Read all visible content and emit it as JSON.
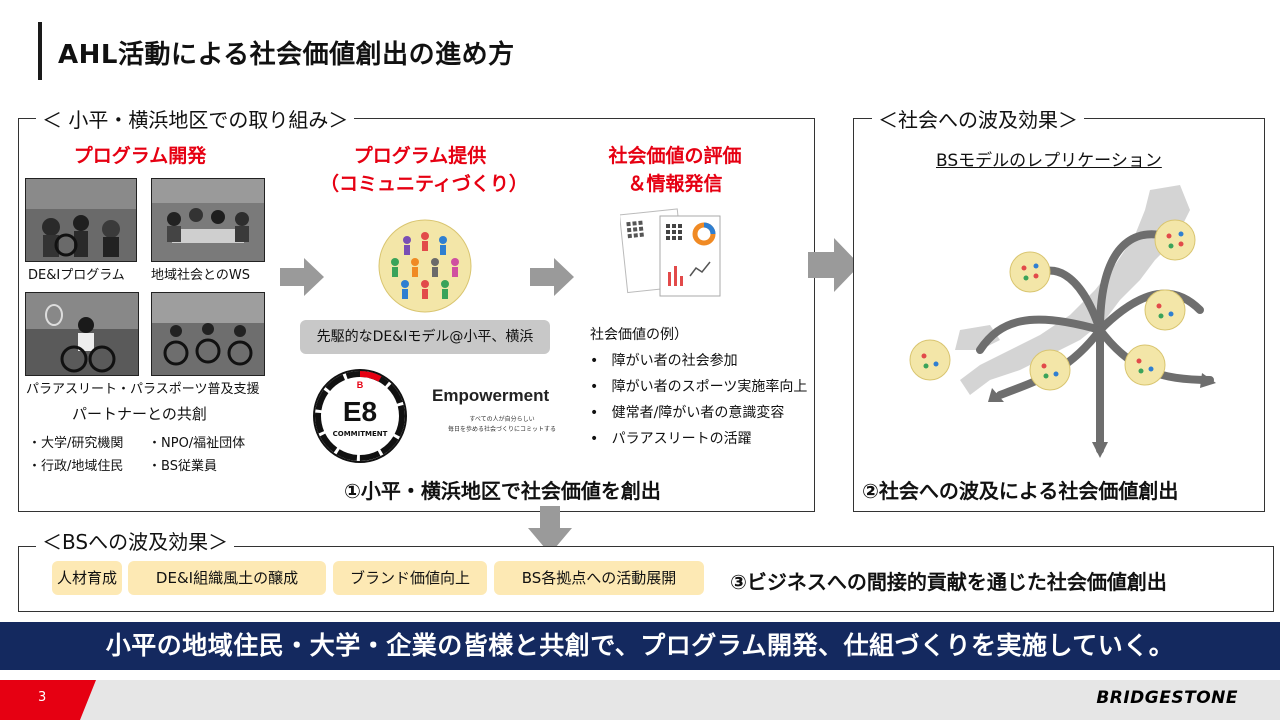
{
  "header": {
    "title": "AHL活動による社会価値創出の進め方"
  },
  "left_section": {
    "label": "＜ 小平・横浜地区での取り組み＞",
    "col1": {
      "heading": "プログラム開発",
      "photo_captions": [
        "DE&Iプログラム",
        "地域社会とのWS",
        "パラアスリート・パラスポーツ普及支援"
      ],
      "partner_title": "パートナーとの共創",
      "partners": [
        "・大学/研究機関",
        "・NPO/福祉団体",
        "・行政/地域住民",
        "・BS従業員"
      ]
    },
    "col2": {
      "heading_line1": "プログラム提供",
      "heading_line2": "（コミュニティづくり）",
      "pill": "先駆的なDE&Iモデル@小平、横浜",
      "e8_text": "E8",
      "e8_sub": "COMMITMENT",
      "empowerment_title": "Empowerment",
      "empowerment_sub1": "すべての人が自分らしい",
      "empowerment_sub2": "毎日を歩める社会づくりにコミットする"
    },
    "col3": {
      "heading_line1": "社会価値の評価",
      "heading_line2": "＆情報発信",
      "examples_title": "社会価値の例）",
      "examples": [
        "障がい者の社会参加",
        "障がい者のスポーツ実施率向上",
        "健常者/障がい者の意識変容",
        "パラアスリートの活躍"
      ]
    },
    "result": "①小平・横浜地区で社会価値を創出"
  },
  "right_section": {
    "label": "＜社会への波及効果＞",
    "subtitle": "BSモデルのレプリケーション",
    "result": "②社会への波及による社会価値創出"
  },
  "bs_section": {
    "label": "＜BSへの波及効果＞",
    "pills": [
      "人材育成",
      "DE&I組織風土の醸成",
      "ブランド価値向上",
      "BS各拠点への活動展開"
    ],
    "result": "③ビジネスへの間接的貢献を通じた社会価値創出"
  },
  "banner": "小平の地域住民・大学・企業の皆様と共創で、プログラム開発、仕組づくりを実施していく。",
  "footer": {
    "page": "3",
    "brand": "BRIDGESTONE"
  },
  "colors": {
    "accent_red": "#e60012",
    "banner_navy": "#14295f",
    "pill_yellow": "#fde9b4",
    "pill_gray": "#c8c8c8"
  }
}
